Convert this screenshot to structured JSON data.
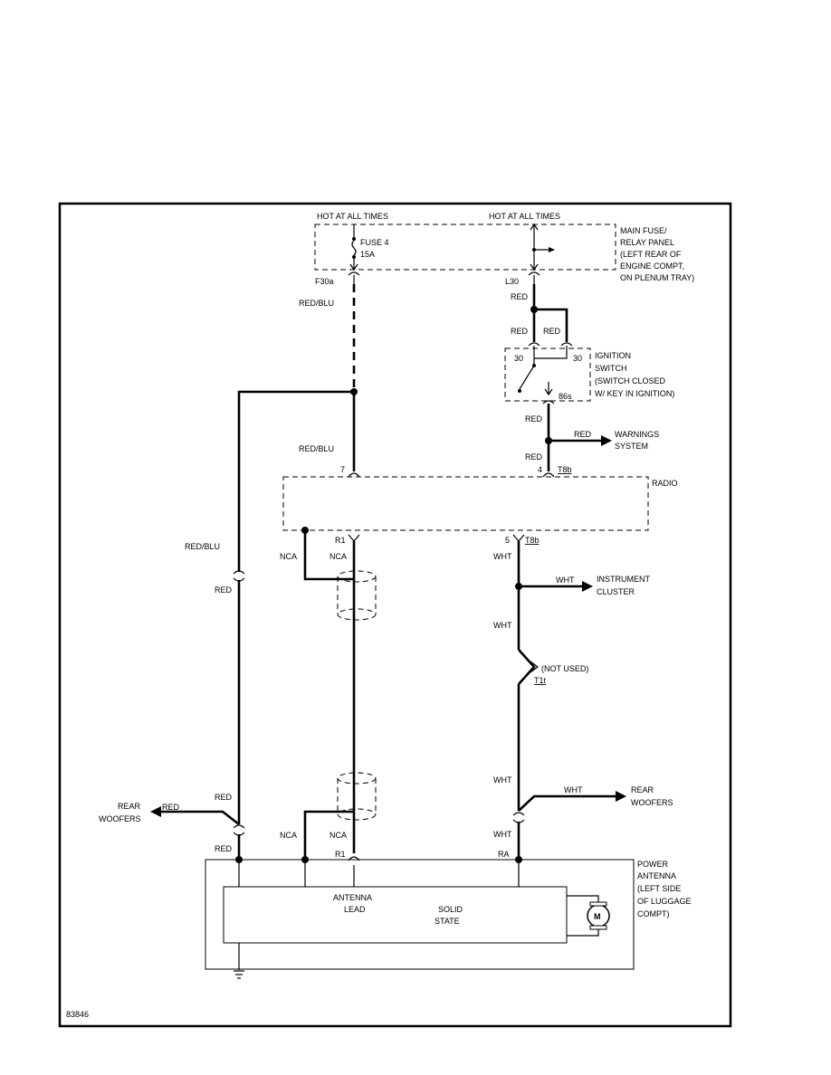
{
  "diagram_id": "83846",
  "labels": {
    "hot_left": "HOT AT ALL TIMES",
    "hot_right": "HOT AT ALL TIMES",
    "fuse_name": "FUSE 4",
    "fuse_rating": "15A",
    "main_panel_1": "MAIN FUSE/",
    "main_panel_2": "RELAY PANEL",
    "main_panel_3": "(LEFT REAR OF",
    "main_panel_4": "ENGINE COMPT,",
    "main_panel_5": "ON PLENUM TRAY)",
    "conn_f30a": "F30a",
    "conn_l30": "L30",
    "red_blu_upper": "RED/BLU",
    "red_after_l30": "RED",
    "red_left": "RED",
    "red_right": "RED",
    "ign_30_left": "30",
    "ign_30_right": "30",
    "ign_1": "IGNITION",
    "ign_2": "SWITCH",
    "ign_3": "(SWITCH CLOSED",
    "ign_4": "W/ KEY IN IGNITION)",
    "ign_86s": "86s",
    "red_below_ign": "RED",
    "red_to_warn": "RED",
    "warn_1": "WARNINGS",
    "warn_2": "SYSTEM",
    "red_above_radio": "RED",
    "red_blu_mid": "RED/BLU",
    "pin_7": "7",
    "pin_4": "4",
    "conn_t8b_top": "T8b",
    "radio": "RADIO",
    "pin_r1_top": "R1",
    "pin_5": "5",
    "conn_t8b_bot": "T8b",
    "red_blu_long": "RED/BLU",
    "red_long": "RED",
    "nca_1": "NCA",
    "nca_2": "NCA",
    "wht_1": "WHT",
    "wht_to_ic": "WHT",
    "ic_1": "INSTRUMENT",
    "ic_2": "CLUSTER",
    "wht_2": "WHT",
    "not_used": "(NOT USED)",
    "conn_t1": "T1t",
    "wht_3": "WHT",
    "wht_to_rw": "WHT",
    "rw_right_1": "REAR",
    "rw_right_2": "WOOFERS",
    "wht_4": "WHT",
    "red_upper_bottom": "RED",
    "red_to_rw": "RED",
    "rw_left_1": "REAR",
    "rw_left_2": "WOOFERS",
    "nca_3": "NCA",
    "nca_4": "NCA",
    "red_bottom": "RED",
    "pin_r1_bot": "R1",
    "pin_ra": "RA",
    "pa_1": "POWER",
    "pa_2": "ANTENNA",
    "pa_3": "(LEFT SIDE",
    "pa_4": "OF LUGGAGE",
    "pa_5": "COMPT)",
    "ant_1": "ANTENNA",
    "ant_2": "LEAD",
    "ss_1": "SOLID",
    "ss_2": "STATE",
    "motor": "M"
  }
}
